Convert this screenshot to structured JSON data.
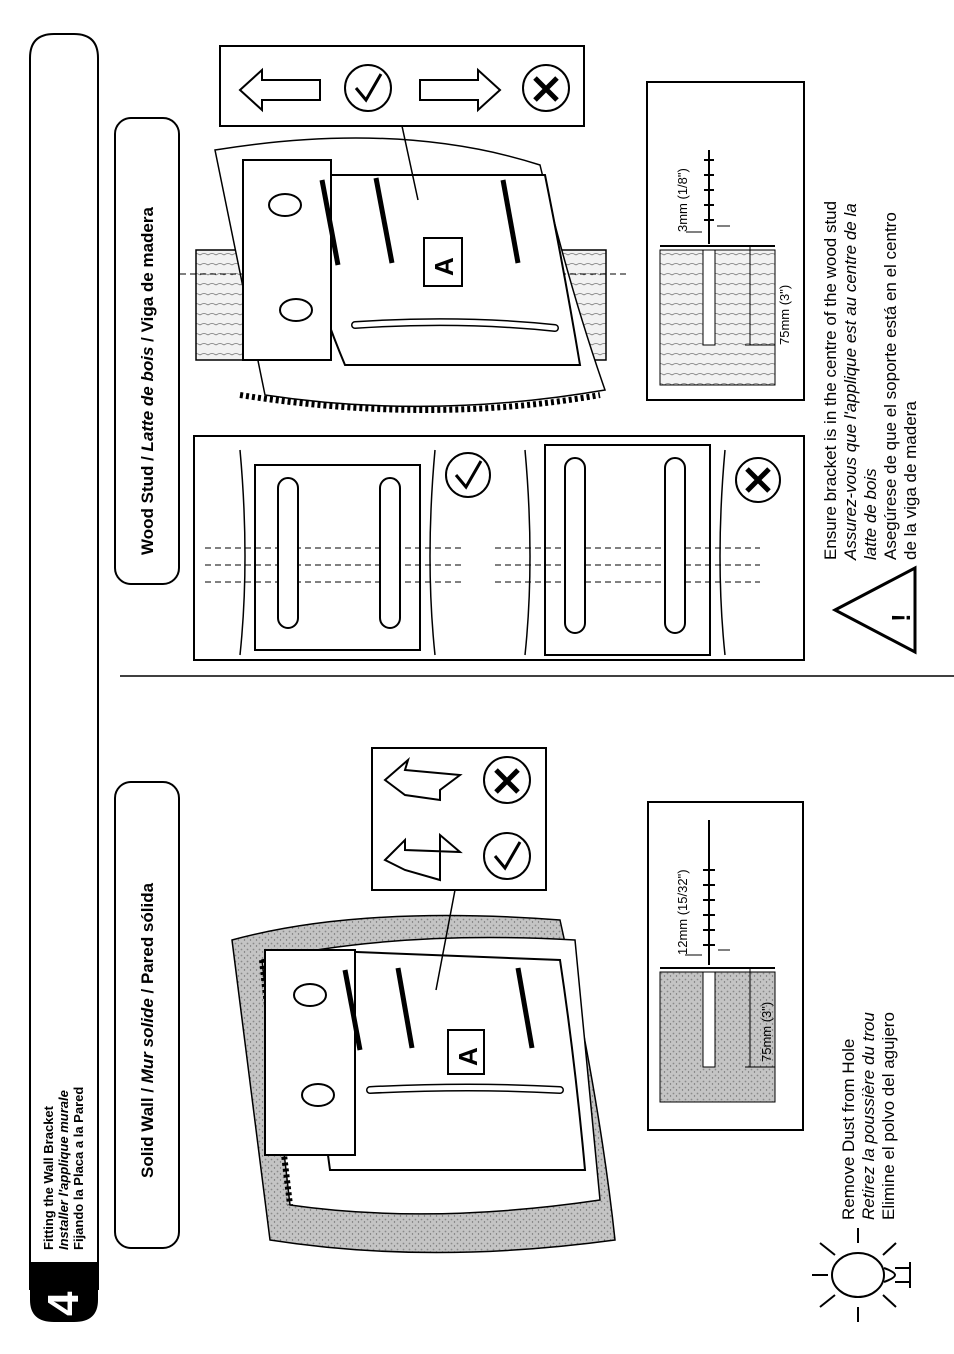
{
  "step": {
    "number": "4",
    "title_en": "Fitting the Wall Bracket",
    "title_fr": "Installer l'applique murale",
    "title_es": "Fijando la Placa a la Pared"
  },
  "solid_wall": {
    "heading_en": "Solid Wall / ",
    "heading_fr": "Mur solide",
    "heading_es": " / Pared sólida",
    "bracket_label": "A",
    "drill_size": "12mm (15/32\")",
    "drill_depth": "75mm (3\")",
    "tip_en": "Remove Dust from Hole",
    "tip_fr": "Retirez la poussière du trou",
    "tip_es": "Elimine el polvo del agujero"
  },
  "wood_stud": {
    "heading_en": "Wood Stud / ",
    "heading_fr": "Latte de bois",
    "heading_es": " / Viga de madera",
    "bracket_label": "A",
    "drill_size": "3mm (1/8\")",
    "drill_depth": "75mm (3\")",
    "warn_en": "Ensure bracket is in the centre of the wood stud",
    "warn_fr_1": "Assurez-vous que l'applique est au centre de la",
    "warn_fr_2": "latte de bois",
    "warn_es_1": "Asegúrese de que el soporte está en el centro",
    "warn_es_2": "de la viga de madera",
    "warning_symbol": "!"
  },
  "colors": {
    "ink": "#000000",
    "paper": "#ffffff",
    "concrete": "#c2c2c2",
    "wood": "#e9e9e9"
  }
}
